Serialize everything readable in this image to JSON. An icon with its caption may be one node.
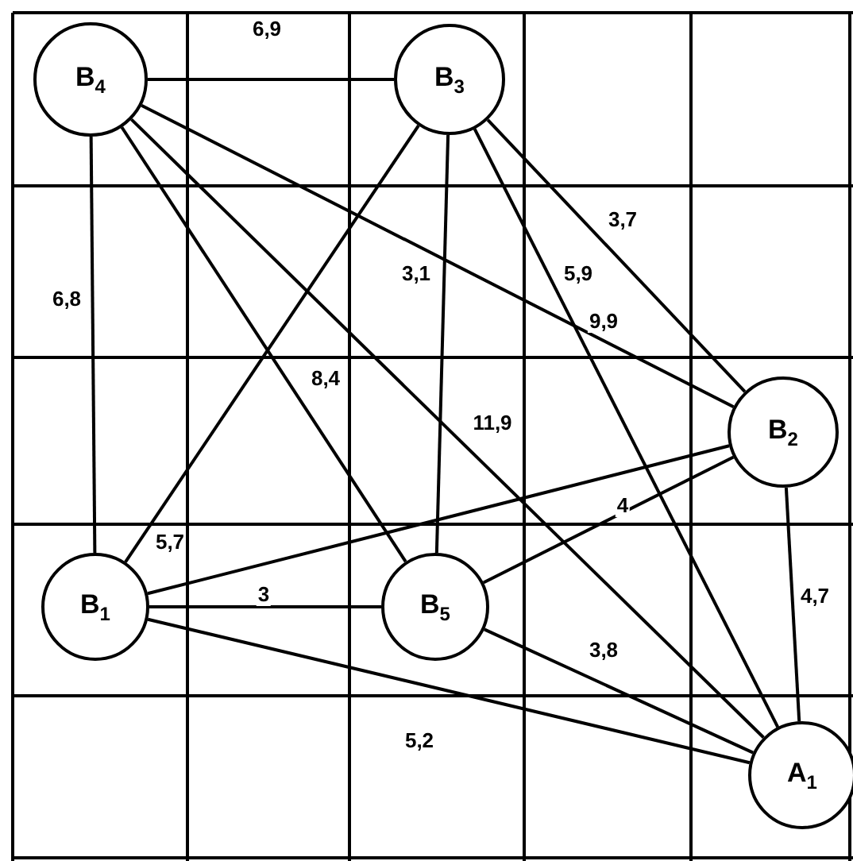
{
  "diagram": {
    "nodes": [
      {
        "text": [
          "B$_{4}$"
        ]
      },
      {
        "text": [
          "B$_{3}$"
        ]
      },
      {
        "text": [
          "B$_{2}$"
        ]
      },
      {
        "text": [
          "B$_{1}$"
        ]
      },
      {
        "text": [
          "B$_{5}$"
        ]
      },
      {
        "text": [
          "A$_{1}$"
        ]
      }
    ],
    "edges": [
      {
        "from": 0,
        "to": 1,
        "arrow": "none",
        "label": "6,9"
      },
      {
        "from": 0,
        "to": 3,
        "arrow": "none",
        "label": "6,8"
      },
      {
        "from": 0,
        "to": 2,
        "arrow": "none",
        "label": "9,9"
      },
      {
        "from": 0,
        "to": 4,
        "arrow": "none",
        "label": "8,4"
      },
      {
        "from": 0,
        "to": 5,
        "arrow": "none",
        "label": "11,9"
      },
      {
        "from": 1,
        "to": 3,
        "arrow": "none"
      },
      {
        "from": 1,
        "to": 4,
        "arrow": "none",
        "label": "3,1"
      },
      {
        "from": 1,
        "to": 2,
        "arrow": "none",
        "label": "3,7"
      },
      {
        "from": 1,
        "to": 5,
        "arrow": "none",
        "label": "5,9"
      },
      {
        "from": 3,
        "to": 2,
        "arrow": "none",
        "label": "5,7"
      },
      {
        "from": 3,
        "to": 4,
        "arrow": "none",
        "label": "3"
      },
      {
        "from": 3,
        "to": 5,
        "arrow": "none",
        "label": "5,2"
      },
      {
        "from": 4,
        "to": 2,
        "arrow": "none",
        "label": "4"
      },
      {
        "from": 4,
        "to": 5,
        "arrow": "none",
        "label": "3,8"
      },
      {
        "from": 2,
        "to": 5,
        "arrow": "none",
        "label": "4,7"
      }
    ]
  }
}
